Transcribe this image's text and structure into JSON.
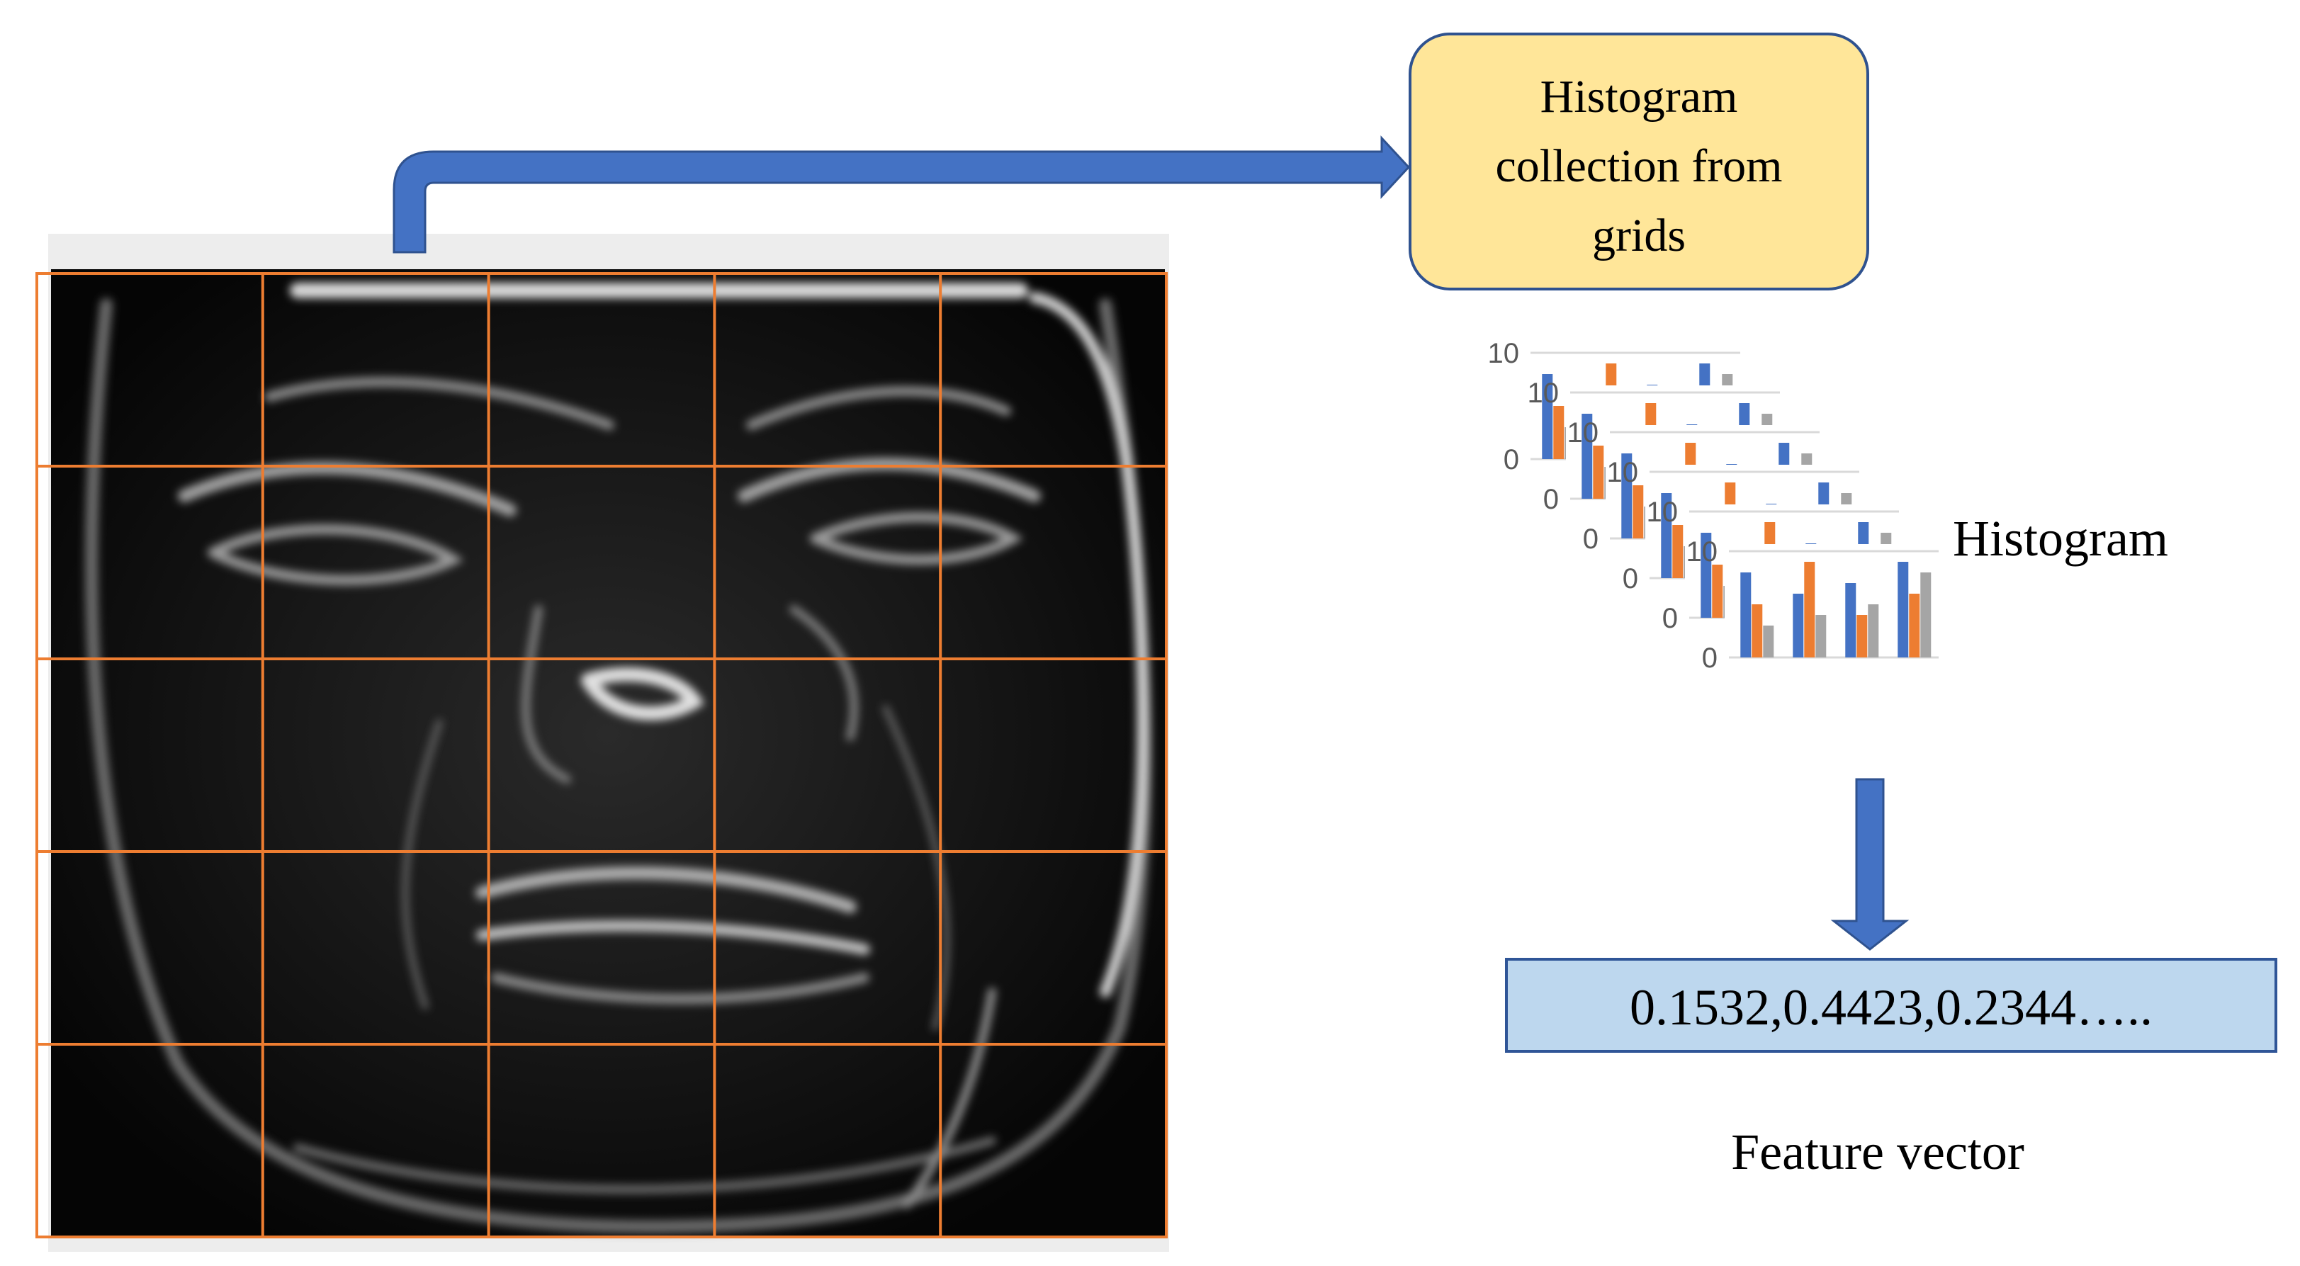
{
  "diagram": {
    "box_label_lines": [
      "Histogram",
      "collection from",
      "grids"
    ],
    "histogram_label": "Histogram",
    "feature_vector_value": "0.1532,0.4423,0.2344…..",
    "feature_vector_label": "Feature vector",
    "grid": {
      "rows": 5,
      "cols": 5
    },
    "histogram_stack": {
      "count": 6,
      "axis_max_label": "10",
      "axis_min_label": "0",
      "series_colors": [
        "#4472C4",
        "#ED7D31",
        "#A5A5A5"
      ],
      "groups": [
        [
          8,
          5,
          3
        ],
        [
          6,
          9,
          4
        ],
        [
          7,
          4,
          5
        ],
        [
          9,
          6,
          8
        ]
      ]
    }
  },
  "colors": {
    "arrow": "#4472C4",
    "arrow_edge": "#2F528F",
    "box_fill": "#FFE699",
    "box_stroke": "#2F528F",
    "grid_line": "#ED7D31",
    "vector_fill": "#BDD7EE",
    "vector_stroke": "#2F5597",
    "image_frame": "#EDEDED"
  }
}
